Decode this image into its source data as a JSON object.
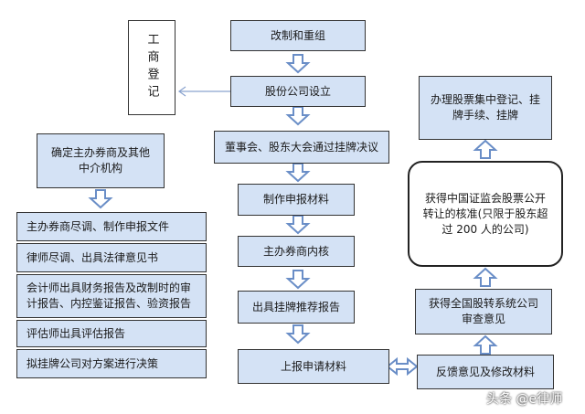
{
  "nodes": {
    "restructure": "改制和重组",
    "gongshang": "工商登记",
    "establish": "股份公司设立",
    "board": "董事会、股东大会通过挂牌决议",
    "prepare": "制作申报材料",
    "broker_review": "主办券商内核",
    "recommend": "出具挂牌推荐报告",
    "submit": "上报申请材料",
    "feedback": "反馈意见及修改材料",
    "neeq": "获得全国股转系统公司审查意见",
    "csrc": "获得中国证监会股票公开转让的核准(只限于股东超过 200 人的公司)",
    "register": "办理股票集中登记、挂牌手续、挂牌",
    "choose_broker": "确定主办券商及其他中介机构",
    "broker_dd": "主办券商尽调、制作申报文件",
    "lawyer": "律师尽调、出具法律意见书",
    "accountant": "会计师出具财务报告及改制时的审计报告、内控鉴证报告、验资报告",
    "appraiser": "评估师出具评估报告",
    "decision": "拟挂牌公司对方案进行决策"
  },
  "watermark": "头条 @e律师"
}
